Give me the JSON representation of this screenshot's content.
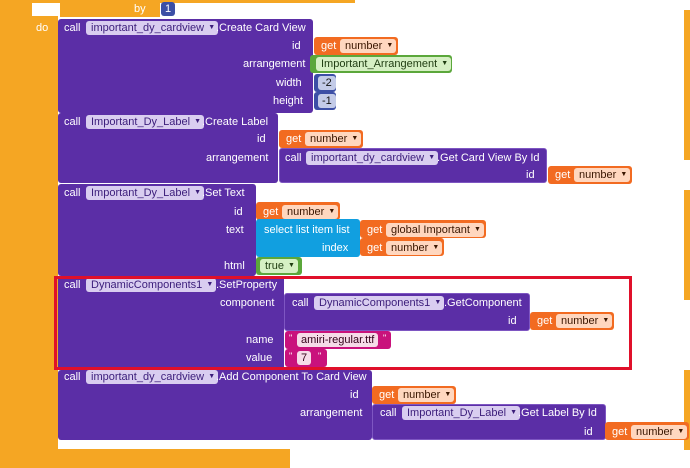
{
  "outer": {
    "do_label": "do",
    "by_label": "by",
    "by_value": "1"
  },
  "call": "call",
  "get": "get",
  "b1": {
    "component": "important_dy_cardview",
    "method": ".Create Card View",
    "id_label": "id",
    "id_var": "number",
    "arr_label": "arrangement",
    "arr_value": "Important_Arrangement",
    "width_label": "width",
    "width_value": "-2",
    "height_label": "height",
    "height_value": "-1"
  },
  "b2": {
    "component": "Important_Dy_Label",
    "method": ".Create Label",
    "id_label": "id",
    "id_var": "number",
    "arr_label": "arrangement",
    "inner_component": "important_dy_cardview",
    "inner_method": ".Get Card View By Id",
    "inner_id_label": "id",
    "inner_id_var": "number"
  },
  "b3": {
    "component": "Important_Dy_Label",
    "method": ".Set Text",
    "id_label": "id",
    "id_var": "number",
    "text_label": "text",
    "sel_label": "select list item  list",
    "sel_list_var": "global Important",
    "index_label": "index",
    "index_var": "number",
    "html_label": "html",
    "html_value": "true"
  },
  "b4": {
    "component": "DynamicComponents1",
    "method": ".SetProperty",
    "comp_label": "component",
    "inner_component": "DynamicComponents1",
    "inner_method": ".GetComponent",
    "inner_id_label": "id",
    "inner_id_var": "number",
    "name_label": "name",
    "name_value": "amiri-regular.ttf",
    "value_label": "value",
    "value_value": "7"
  },
  "b5": {
    "component": "important_dy_cardview",
    "method": ".Add Component To Card View",
    "id_label": "id",
    "id_var": "number",
    "arr_label": "arrangement",
    "inner_component": "Important_Dy_Label",
    "inner_method": ".Get Label By Id",
    "inner_id_label": "id",
    "inner_id_var": "number"
  },
  "colors": {
    "highlight": "#e0102a",
    "control": "#f5a623",
    "procedure": "#5b2ea6",
    "variable": "#f26b21",
    "text": "#c9127c"
  }
}
